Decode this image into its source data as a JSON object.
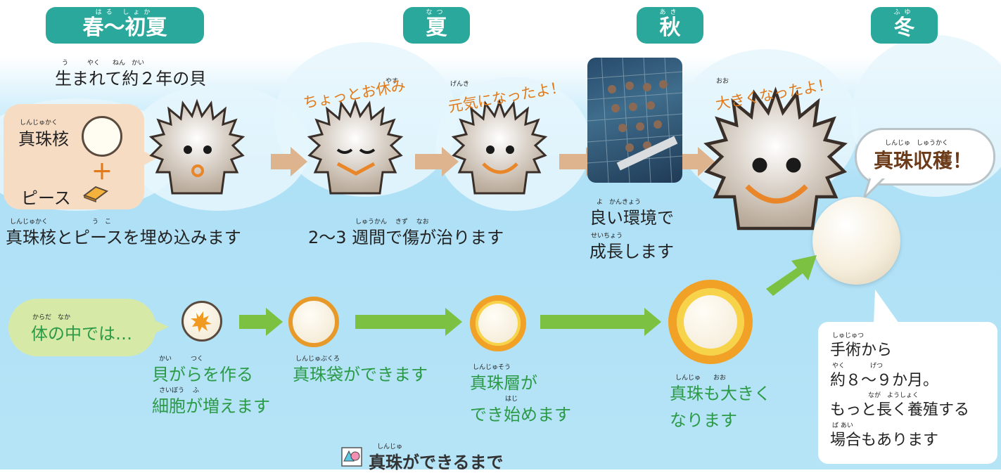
{
  "seasons": [
    {
      "label": "春〜初夏",
      "ruby": "はる しょか"
    },
    {
      "label": "夏",
      "ruby": "なつ"
    },
    {
      "label": "秋",
      "ruby": "あき"
    },
    {
      "label": "冬",
      "ruby": "ふゆ"
    }
  ],
  "top_row": {
    "shell_age": "生まれて約２年の貝",
    "shell_age_ruby": "う　　　やく　　ねん　かい",
    "nucleus_label": "真珠核",
    "nucleus_ruby": "しんじゅかく",
    "piece_label": "ピース",
    "plus": "＋",
    "caption1": "真珠核とピースを埋め込みます",
    "caption1_ruby": "しんじゅかく　　　　　　　う　こ",
    "rest_text": "ちょっとお休み",
    "rest_ruby": "やす",
    "genki_text": "元気になったよ！",
    "genki_ruby": "げんき",
    "caption2": "2〜3 週間で傷が治ります",
    "caption2_ruby": "しゅうかん　 きず　 なお",
    "caption3_line1": "良い環境で",
    "caption3_line2": "成長します",
    "caption3_ruby1": "よ　かんきょう",
    "caption3_ruby2": "せいちょう",
    "big_text": "大きくなったよ！",
    "big_ruby": "おお",
    "harvest": "真珠収穫！",
    "harvest_ruby": "しんじゅ　しゅうかく"
  },
  "bottom_row": {
    "inside": "体の中では…",
    "inside_ruby": "からだ　なか",
    "step1_line1": "貝がらを作る",
    "step1_line2": "細胞が増えます",
    "step1_ruby1": "かい　　　つく",
    "step1_ruby2": "さいぼう　 ふ",
    "step2": "真珠袋ができます",
    "step2_ruby": "しんじゅぶくろ",
    "step3_line1": "真珠層が",
    "step3_line2": "でき始めます",
    "step3_ruby1": "しんじゅそう",
    "step3_ruby2": "はじ",
    "step4_line1": "真珠も大きく",
    "step4_line2": "なります",
    "step4_ruby": "しんじゅ　　おお"
  },
  "note": {
    "line1": "手術から",
    "line2": "約８〜９か月。",
    "line3": "もっと長く養殖する",
    "line4": "場合もあります",
    "ruby1": "しゅじゅつ",
    "ruby2": "やく　　　　げつ",
    "ruby3": "なが　ようしょく",
    "ruby4": "ば あい"
  },
  "footer": {
    "title": "真珠ができるまで",
    "title_ruby": "しんじゅ"
  },
  "colors": {
    "season_bg": "#2aa89b",
    "arrow_tan": "#deb48e",
    "arrow_green": "#7cc142",
    "green_text": "#2b9a46",
    "harvest_text": "#6b3b1a"
  }
}
